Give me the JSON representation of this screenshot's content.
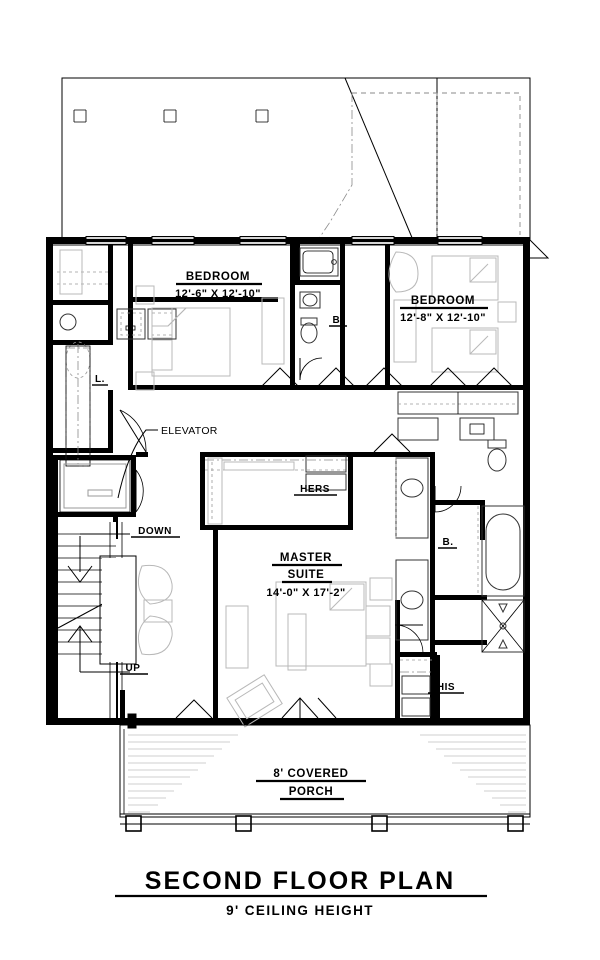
{
  "drawing": {
    "title": "SECOND FLOOR PLAN",
    "subtitle": "9' CEILING HEIGHT"
  },
  "rooms": [
    {
      "id": "bedroom-left",
      "label": "BEDROOM",
      "dimension": "12'-6\" X 12'-10\""
    },
    {
      "id": "bedroom-right",
      "label": "BEDROOM",
      "dimension": "12'-8\" X 12'-10\""
    },
    {
      "id": "master-suite",
      "label_line1": "MASTER",
      "label_line2": "SUITE",
      "dimension": "14'-0\" X 17'-2\""
    },
    {
      "id": "porch",
      "label_line1": "8' COVERED",
      "label_line2": "PORCH"
    }
  ],
  "labels": {
    "bath_hall": "B.",
    "bath_bedroom_right": "B.",
    "bath_master": "B.",
    "closet_hers": "HERS",
    "closet_his": "HIS",
    "linen": "L.",
    "stair_down": "DOWN",
    "stair_up": "UP",
    "elevator": "ELEVATOR"
  },
  "colors": {
    "ink": "#000000",
    "furniture": "#b8b8b8",
    "hidden": "#8a8a8a",
    "deck_hatch": "#cfcfcf",
    "paper": "#ffffff"
  }
}
